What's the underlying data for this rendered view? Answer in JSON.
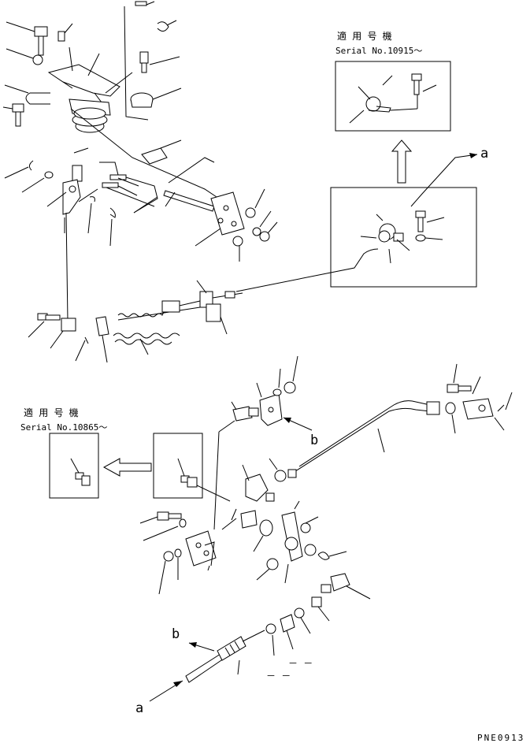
{
  "inset_top": {
    "applicable_label": "適 用 号 機",
    "serial_label": "Serial No.10915～"
  },
  "inset_left": {
    "applicable_label": "適 用 号 機",
    "serial_label": "Serial No.10865～"
  },
  "connection_markers": {
    "a_top": "a",
    "b_mid": "b",
    "b_bottom": "b",
    "a_bottom": "a"
  },
  "dash_marks": {
    "upper": "－ －",
    "lower": "－ －"
  },
  "drawing_code": "PNE0913"
}
